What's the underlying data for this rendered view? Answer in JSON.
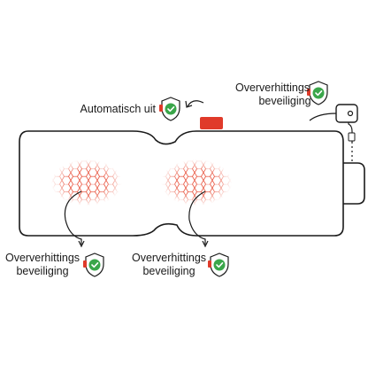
{
  "labels": {
    "auto_off": "Automatisch uit",
    "overheat_top_line1": "Oververhittings",
    "overheat_top_line2": "beveiliging",
    "overheat_left_line1": "Oververhittings",
    "overheat_left_line2": "beveiliging",
    "overheat_mid_line1": "Oververhittings",
    "overheat_mid_line2": "beveiliging"
  },
  "colors": {
    "outline": "#1a1a1a",
    "heating_pattern": "#e8503a",
    "controller_button": "#e03a2a",
    "shield_check": "#3aa64a",
    "shield_tab": "#e03a2a"
  },
  "icons": {
    "shield": "shield-check-icon",
    "arrow": "curved-arrow-icon"
  }
}
